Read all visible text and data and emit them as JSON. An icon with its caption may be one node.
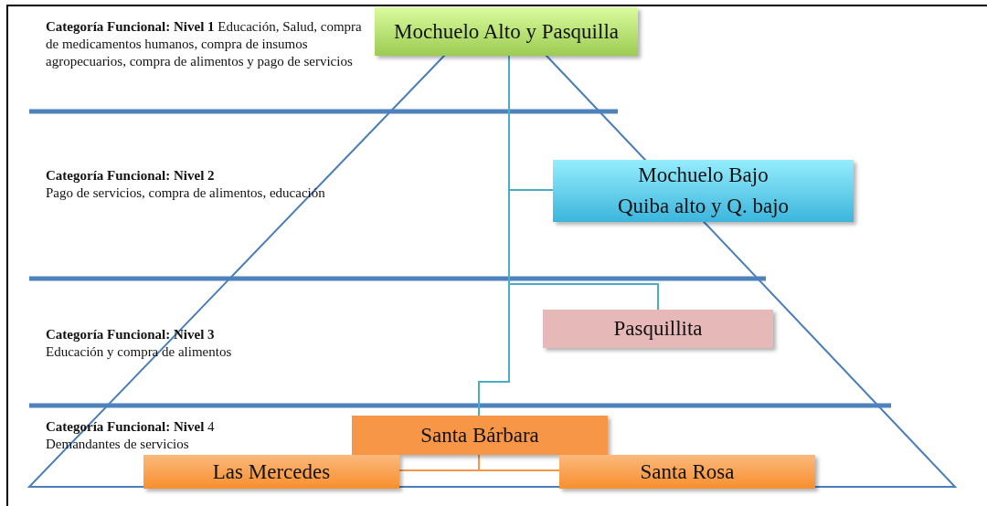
{
  "diagram": {
    "nodes": [
      {
        "text": [
          "Mochuelo Alto y Pasquilla"
        ]
      },
      {
        "text": [
          "Mochuelo Bajo",
          "Quiba alto y Q. bajo"
        ]
      },
      {
        "text": [
          "Pasquillita"
        ]
      },
      {
        "text": [
          "Santa Bárbara"
        ]
      },
      {
        "text": [
          "Las Mercedes"
        ]
      },
      {
        "text": [
          "Santa Rosa"
        ]
      }
    ],
    "edges": [
      {
        "from": 0,
        "to": 1,
        "arrow": "none"
      },
      {
        "from": 0,
        "to": 2,
        "arrow": "none"
      },
      {
        "from": 0,
        "to": 3,
        "arrow": "none"
      },
      {
        "from": 3,
        "to": 4,
        "arrow": "none",
        "color": "#f79646"
      },
      {
        "from": 3,
        "to": 5,
        "arrow": "none",
        "color": "#f79646"
      }
    ],
    "labels": [
      "**Categoría Funcional: Nivel 1** Educación, Salud, compra de medicamentos humanos, compra de insumos agropecuarios, compra de alimentos y pago de servicios",
      "Categoría Funcional: Nivel 2",
      "Pago de servicios, compra de alimentos, educación",
      "Categoría Funcional: Nivel 3",
      "Educación y compra de alimentos",
      "**Categoría Funcional: Nivel** 4",
      "Demandantes de servicios"
    ]
  }
}
